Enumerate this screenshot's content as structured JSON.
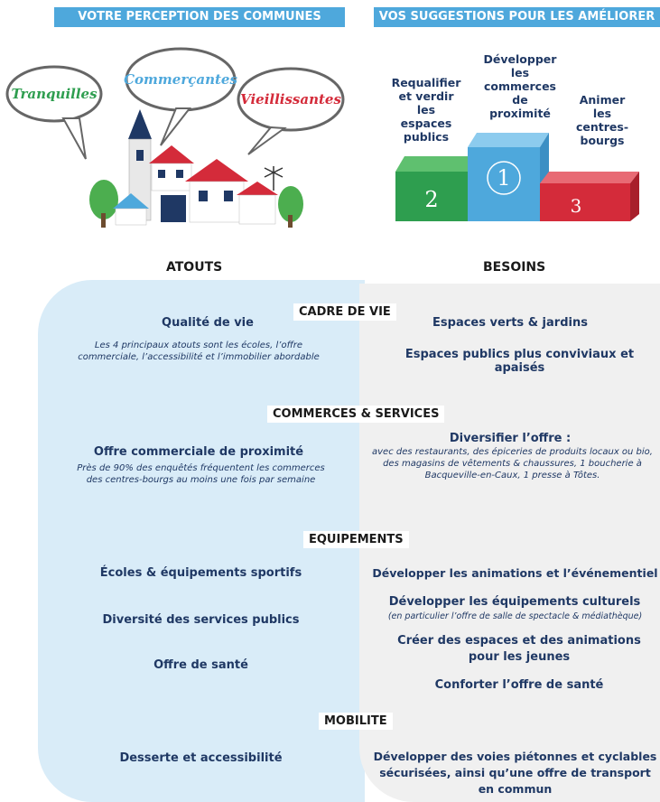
{
  "headers": {
    "perception": "VOTRE PERCEPTION DES COMMUNES",
    "suggestions": "VOS SUGGESTIONS POUR LES AMÉLIORER"
  },
  "bubbles": [
    {
      "label": "Tranquilles",
      "color": "#2e9e4f"
    },
    {
      "label": "Commerçantes",
      "color": "#4ea8dc"
    },
    {
      "label": "Vieillissantes",
      "color": "#d42b3a"
    }
  ],
  "podium": {
    "first": {
      "rank": "1",
      "label": "Développer les commerces de proximité",
      "color": "#4ea8dc"
    },
    "second": {
      "rank": "2",
      "label": "Requalifier et verdir les espaces publics",
      "color": "#2e9e4f"
    },
    "third": {
      "rank": "3",
      "label": "Animer les centres-bourgs",
      "color": "#d42b3a"
    }
  },
  "columns": {
    "atouts": "ATOUTS",
    "besoins": "BESOINS"
  },
  "sections": {
    "cadre": "CADRE DE VIE",
    "commerces": "COMMERCES & SERVICES",
    "equipements": "EQUIPEMENTS",
    "mobilite": "MOBILITE"
  },
  "atouts": {
    "qualite": "Qualité de vie",
    "qualite_desc": "Les 4 principaux atouts sont les écoles, l’offre commerciale, l’accessibilité et l’immobilier abordable",
    "offre": "Offre  commerciale de proximité",
    "offre_desc": "Près de 90% des enquêtés fréquentent les commerces des centres-bourgs au moins une fois par semaine",
    "ecoles": "Écoles & équipements sportifs",
    "diversite": "Diversité des services publics",
    "sante": "Offre de santé",
    "desserte": "Desserte et accessibilité"
  },
  "besoins": {
    "espaces_verts": "Espaces verts & jardins",
    "espaces_publics": "Espaces publics plus conviviaux et apaisés",
    "diversifier": "Diversifier l’offre :",
    "diversifier_desc": "avec des restaurants, des épiceries de produits locaux ou bio, des magasins de vêtements & chaussures, 1 boucherie à Bacqueville-en-Caux, 1 presse à Tôtes.",
    "animations": "Développer les animations et l’événementiel",
    "culturels": "Développer les équipements culturels",
    "culturels_desc": "(en particulier l’offre de salle de spectacle & médiathèque)",
    "jeunes": "Créer des espaces et des animations pour les jeunes",
    "conforter": "Conforter l’offre de santé",
    "voies": "Développer des voies piétonnes et cyclables sécurisées, ainsi qu’une offre de transport en commun"
  }
}
